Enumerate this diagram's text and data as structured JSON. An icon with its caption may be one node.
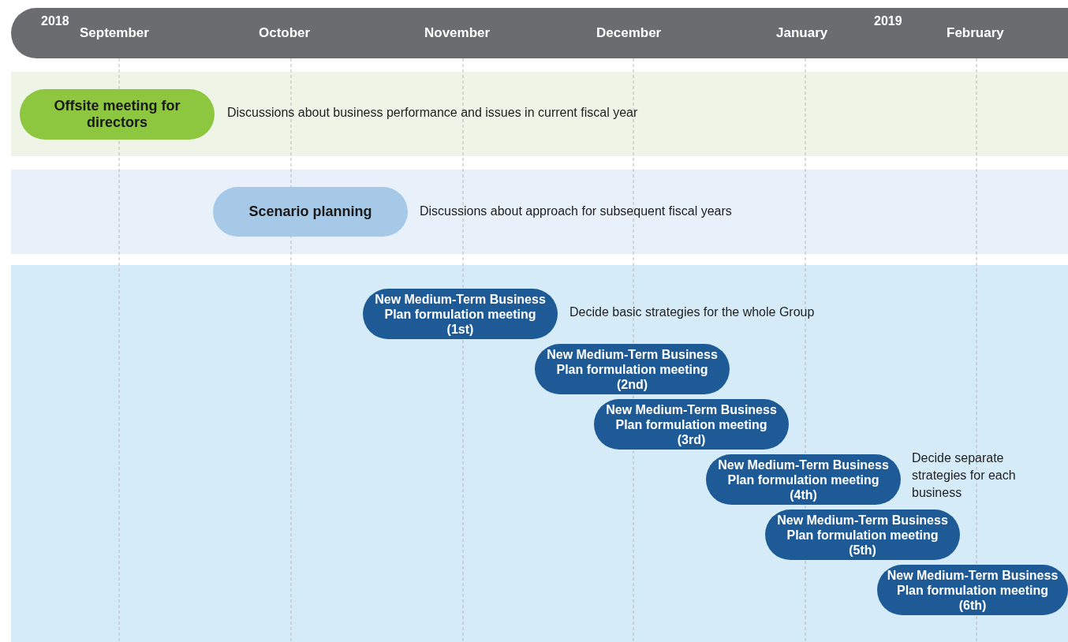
{
  "diagram": {
    "nodes": [
      {
        "text": [
          "Offsite meeting for directors"
        ],
        "beside": [
          "Discussions about business performance and issues in current fiscal year"
        ]
      },
      {
        "text": [
          "Scenario planning"
        ],
        "beside": [
          "Discussions about approach for subsequent fiscal years"
        ]
      },
      {
        "text": [
          "New Medium-Term Business Plan formulation meeting (1st)"
        ],
        "beside": [
          "Decide basic strategies for the whole Group"
        ]
      },
      {
        "text": [
          "New Medium-Term Business Plan formulation meeting (2nd)"
        ]
      },
      {
        "text": [
          "New Medium-Term Business Plan formulation meeting (3rd)"
        ]
      },
      {
        "text": [
          "New Medium-Term Business Plan formulation meeting (4th)"
        ],
        "beside": [
          "Decide separate strategies for each business"
        ]
      },
      {
        "text": [
          "New Medium-Term Business Plan formulation meeting (5th)"
        ]
      },
      {
        "text": [
          "New Medium-Term Business Plan formulation meeting (6th)"
        ]
      }
    ],
    "edges": [],
    "labels": [
      "2018",
      "September",
      "October",
      "November",
      "December",
      "January",
      "2019",
      "February"
    ]
  }
}
